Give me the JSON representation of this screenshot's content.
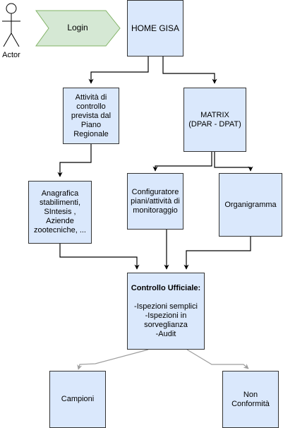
{
  "diagram": {
    "actor": {
      "label": "Actor"
    },
    "login": {
      "label": "Login"
    },
    "nodes": {
      "home": "HOME GISA",
      "attivita": "Attività di\ncontrollo\nprevista dal\nPiano\nRegionale",
      "matrix": "MATRIX\n(DPAR - DPAT)",
      "anagrafica": "Anagrafica\nstabilimenti,\nSIntesis ,\nAziende\nzootecniche, ...",
      "configuratore": "Configuratore\npiani/attività di\nmonitoraggio",
      "organigramma": "Organigramma",
      "controllo_title": "Controllo Ufficiale:",
      "controllo_body": "-Ispezioni semplici\n-Ispezioni in\nsorveglianza\n-Audit",
      "campioni": "Campioni",
      "non_conformita": "Non\nConformità"
    },
    "colors": {
      "node_fill": "#dae8fc",
      "node_stroke": "#333333",
      "login_fill": "#d5e8d4",
      "login_stroke": "#82b366",
      "edge_dark": "#000000",
      "edge_light": "#9e9e9e"
    }
  }
}
